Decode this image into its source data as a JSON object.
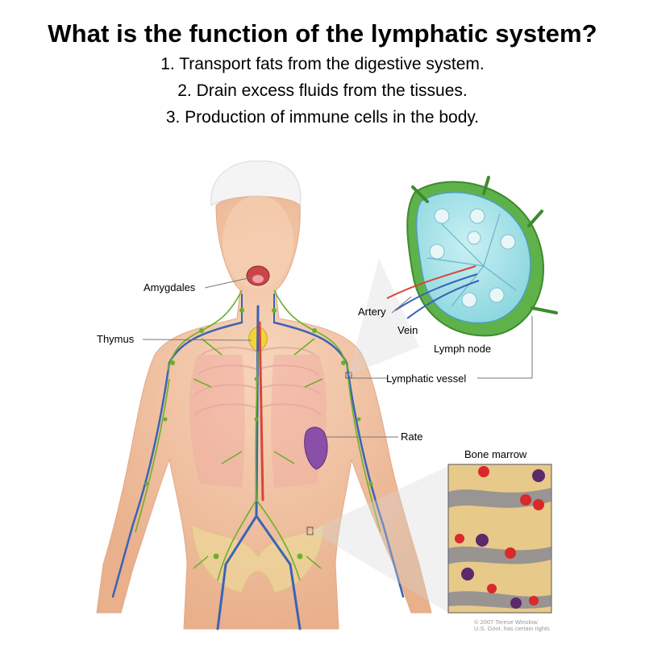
{
  "heading": {
    "title": "What is the function of the lymphatic system?",
    "items": [
      "1. Transport fats from the digestive system.",
      "2. Drain excess fluids from the tissues.",
      "3. Production of immune cells in the body."
    ]
  },
  "labels": {
    "amygdales": "Amygdales",
    "thymus": "Thymus",
    "artery": "Artery",
    "vein": "Vein",
    "lymph_node": "Lymph node",
    "lymphatic_vessel": "Lymphatic vessel",
    "rate": "Rate",
    "bone_marrow": "Bone marrow"
  },
  "credit": {
    "line1": "© 2007 Terese Winslow",
    "line2": "U.S. Govt. has certain rights"
  },
  "colors": {
    "skin": "#f2c6a6",
    "lymph": "#6bb02a",
    "vein": "#3b63b5",
    "artery": "#d9453a",
    "node": "#8fd170",
    "spleen": "#8a4fa8",
    "thymus": "#f2d33a",
    "marrow": "#e7c98a"
  }
}
